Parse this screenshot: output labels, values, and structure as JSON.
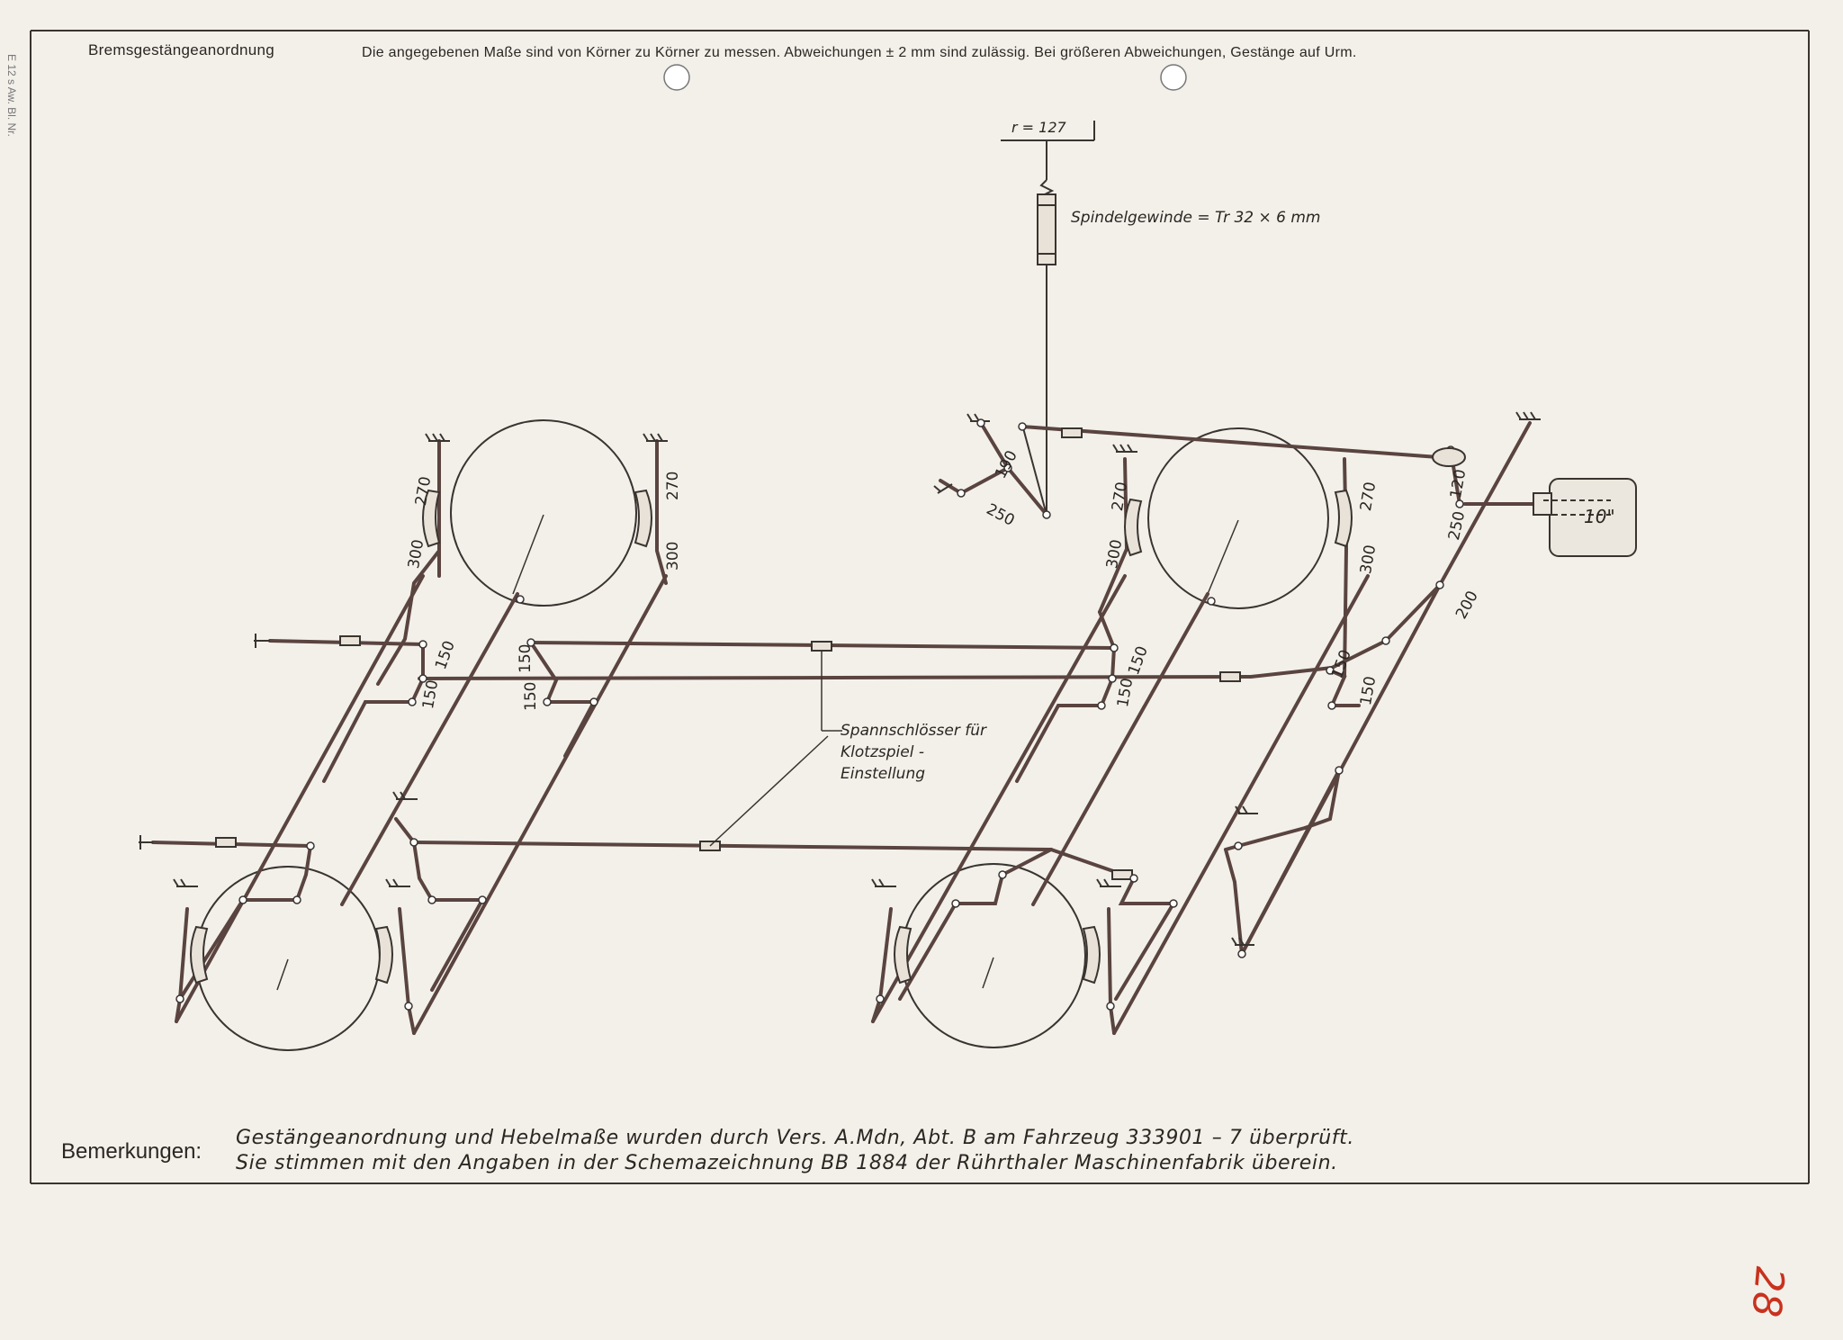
{
  "header": {
    "title": "Bremsgestängeanordnung",
    "note": "Die angegebenen Maße sind von Körner zu Körner zu messen. Abweichungen ± 2 mm sind zulässig. Bei größeren Abweichungen, Gestänge auf Urm."
  },
  "side_margin_text": "E 12 s Aw. Bl. Nr.",
  "cylinder": {
    "radius_label": "r = 127",
    "spindle_label": "Spindelgewinde = Tr 32 × 6 mm",
    "brake_cylinder_label": "10\""
  },
  "dimensions": {
    "d190": "190",
    "d250_top": "250",
    "d270_a": "270",
    "d270_b": "270",
    "d270_c": "270",
    "d270_d": "270",
    "d300_a": "300",
    "d300_b": "300",
    "d300_c": "300",
    "d300_d": "300",
    "d150_a": "150",
    "d150_b": "150",
    "d150_c": "150",
    "d150_d": "150",
    "d150_e": "150",
    "d150_f": "150",
    "d150_g": "150",
    "d150_h": "150",
    "d120": "120",
    "d250_right": "250",
    "d200": "200"
  },
  "callout": {
    "line1": "Spannschlösser für",
    "line2": "Klotzspiel -",
    "line3": "Einstellung"
  },
  "remarks": {
    "label": "Bemerkungen:",
    "line1": "Gestängeanordnung und Hebelmaße wurden durch Vers. A.Mdn, Abt. B am Fahrzeug 333901 – 7 überprüft.",
    "line2": "Sie stimmen mit den Angaben in der Schemazeichnung BB 1884 der Rührthaler Maschinenfabrik überein."
  },
  "page_number": "28",
  "colors": {
    "paper": "#f3f0ea",
    "ink": "#2b2622",
    "rod": "#5a4440",
    "page_number": "#c8321e"
  }
}
